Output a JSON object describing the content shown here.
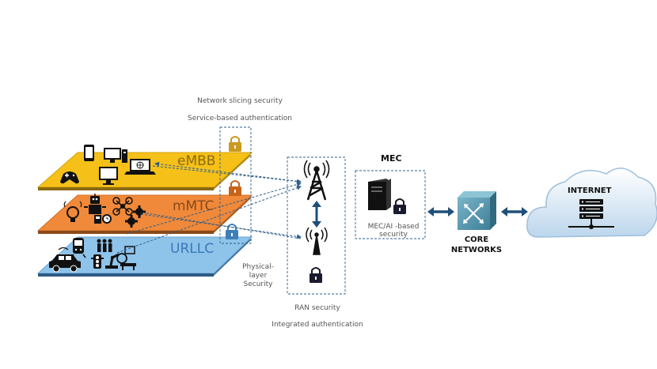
{
  "slices": {
    "embb": {
      "label": "eMBB",
      "color": "#f5c018",
      "text_color": "#8a6a10"
    },
    "mmtc": {
      "label": "mMTC",
      "color": "#f0893a",
      "text_color": "#8a4a1a"
    },
    "urllc": {
      "label": "URLLC",
      "color": "#8ec3ea",
      "text_color": "#3a78b8"
    }
  },
  "security_labels": {
    "network_slicing": "Network slicing security",
    "service_auth": "Service-based authentication",
    "physical_layer": "Physical-layer Security",
    "ran_security": "RAN security",
    "integrated_auth": "Integrated authentication",
    "mec_ai": "MEC/AI -based security"
  },
  "nodes": {
    "mec": "MEC",
    "core": "CORE NETWORKS",
    "internet": "INTERNET"
  },
  "colors": {
    "lock_gold": "#c99a1e",
    "lock_orange": "#c8631a",
    "lock_blue": "#3f7fb8",
    "lock_dark": "#1a1a2e",
    "dashed_line": "#2f5f8a",
    "arrow": "#1f4e79",
    "router": "#4a90a8",
    "cloud": "#d4e6f4"
  }
}
